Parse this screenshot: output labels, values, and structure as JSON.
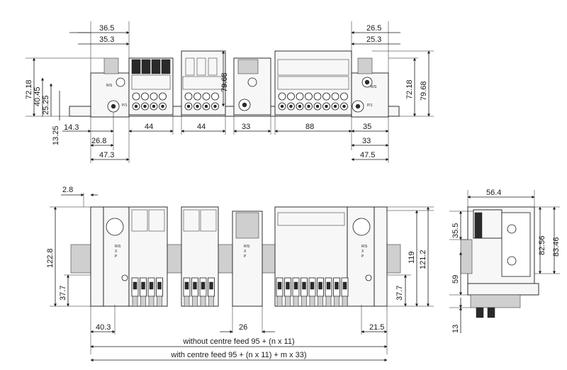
{
  "top_view": {
    "dims_top": [
      "36.5",
      "35.3",
      "26.5",
      "25.3"
    ],
    "dims_left_vertical": [
      "72.18",
      "40.45",
      "25.25",
      "13.25"
    ],
    "dims_right_vertical": [
      "79.68",
      "72.18",
      "79.68"
    ],
    "dims_bottom_row1": [
      "14.3",
      "44",
      "44",
      "33",
      "88",
      "35"
    ],
    "dims_bottom_row2": [
      "26.8",
      "33"
    ],
    "dims_bottom_row3": [
      "47.3",
      "47.5"
    ],
    "port_labels": [
      "R/S",
      "P/1",
      "R/S",
      "P/1"
    ]
  },
  "front_view": {
    "dim_top_left": "2.8",
    "dims_left_vertical": [
      "122.8",
      "37.7"
    ],
    "dims_right_vertical": [
      "37.7",
      "119",
      "121.2"
    ],
    "dims_bottom": [
      "40.3",
      "26",
      "21.5"
    ],
    "port_labels": [
      "R/S",
      "X",
      "P",
      "R/S",
      "X",
      "P",
      "R/S",
      "X",
      "P"
    ],
    "caption_without": "without centre feed 95 + (n x 11)",
    "caption_with": "with centre feed 95 + (n x 11) + m x 33)"
  },
  "side_view": {
    "dim_top": "56.4",
    "dims_left_vertical": [
      "35.5",
      "59",
      "13"
    ],
    "dims_right_vertical": [
      "82.56",
      "83.46"
    ]
  }
}
